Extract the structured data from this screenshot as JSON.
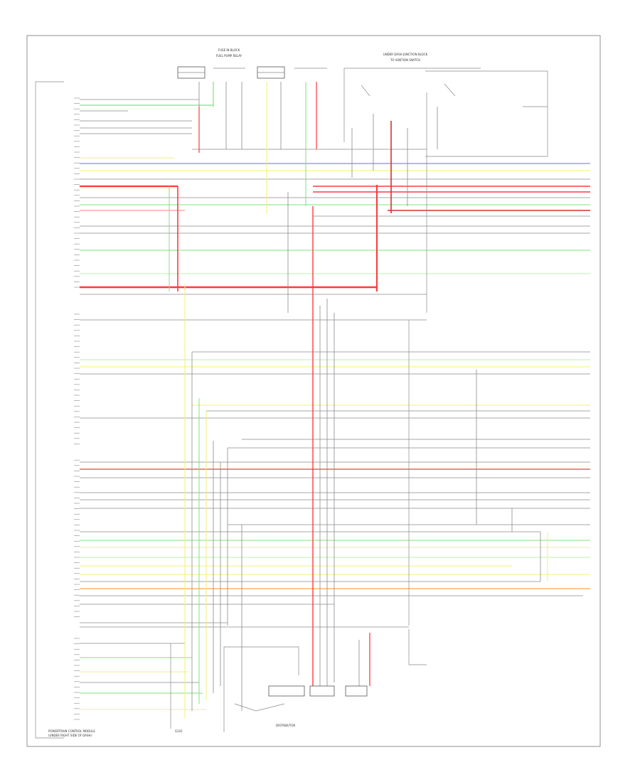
{
  "colors": {
    "red": "#ff3b3b",
    "darkred": "#d83030",
    "green": "#7be57b",
    "ltgreen": "#b8f0b0",
    "yellow": "#f2f27a",
    "blue": "#6a6aff",
    "gray": "#8a8a8a",
    "dark": "#333333",
    "orange": "#ffa64d",
    "pink": "#ff9a9a"
  },
  "labels": {
    "title_top": "FUSE IN BLOCK",
    "title_top2": "FUEL PUMP RELAY",
    "title_right": "UNDER DASH JUNCTION BLOCK",
    "title_right2": "TO IGNITION SWITCH",
    "bottom_left": "POWERTRAIN CONTROL MODULE",
    "bottom_left2": "(UNDER RIGHT SIDE OF DASH)",
    "distributor": "DISTRIBUTOR",
    "ground": "G101"
  }
}
